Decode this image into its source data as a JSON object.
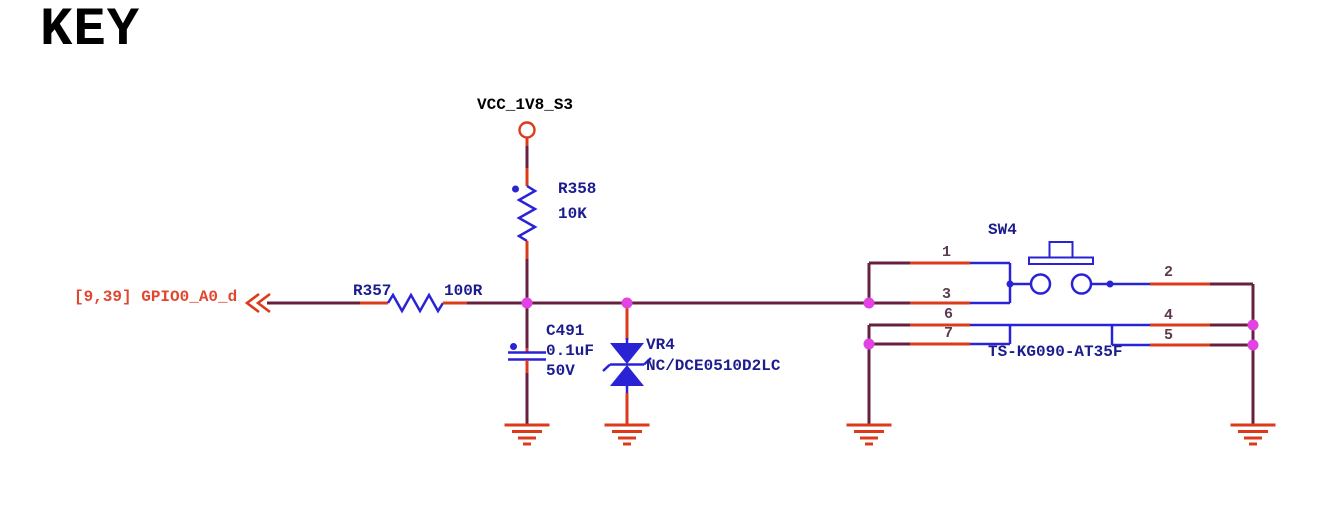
{
  "title": "KEY",
  "colors": {
    "background": "#ffffff",
    "wire": "#67203f",
    "pin": "#dc3a1b",
    "symbol": "#2a23d6",
    "label": "#1c1c8f",
    "pin_number": "#5c3a50",
    "net": "#e1472f",
    "junction": "#e243e2",
    "text": "#000000"
  },
  "power_port": {
    "net": "VCC_1V8_S3"
  },
  "net_port": {
    "text": "[9,39] GPIO0_A0_d"
  },
  "components": {
    "r357": {
      "ref": "R357",
      "value": "100R"
    },
    "r358": {
      "ref": "R358",
      "value": "10K"
    },
    "c491": {
      "ref": "C491",
      "value": "0.1uF",
      "voltage": "50V"
    },
    "vr4": {
      "ref": "VR4",
      "value": "NC/DCE0510D2LC"
    },
    "sw4": {
      "ref": "SW4",
      "part": "TS-KG090-AT35F",
      "pins": {
        "p1": "1",
        "p2": "2",
        "p3": "3",
        "p4": "4",
        "p5": "5",
        "p6": "6",
        "p7": "7"
      }
    }
  }
}
